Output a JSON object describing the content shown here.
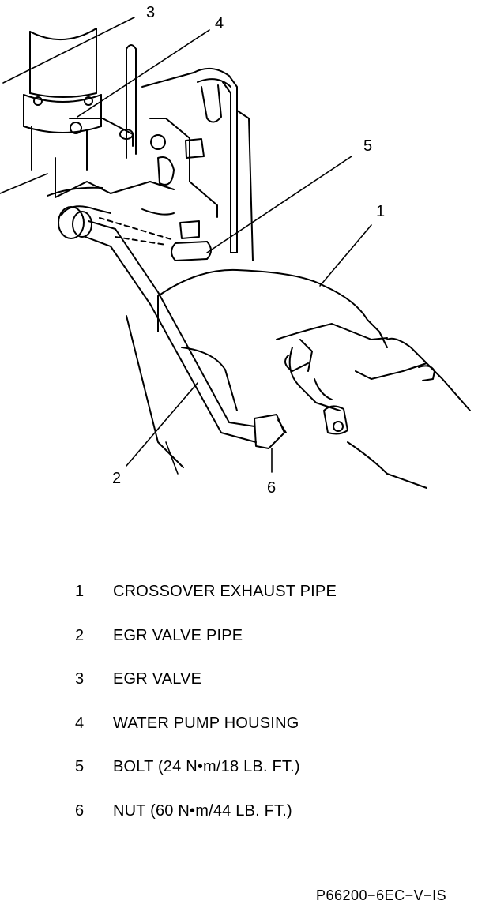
{
  "callouts": [
    "1",
    "2",
    "3",
    "4",
    "5",
    "6"
  ],
  "legend": [
    {
      "num": "1",
      "text": "CROSSOVER EXHAUST PIPE"
    },
    {
      "num": "2",
      "text": "EGR VALVE PIPE"
    },
    {
      "num": "3",
      "text": "EGR  VALVE"
    },
    {
      "num": "4",
      "text": "WATER PUMP HOUSING"
    },
    {
      "num": "5",
      "text": "BOLT (24 N•m/18 LB. FT.)"
    },
    {
      "num": "6",
      "text": "NUT (60 N•m/44 LB. FT.)"
    }
  ],
  "figure_id": "P66200−6EC−V−IS"
}
